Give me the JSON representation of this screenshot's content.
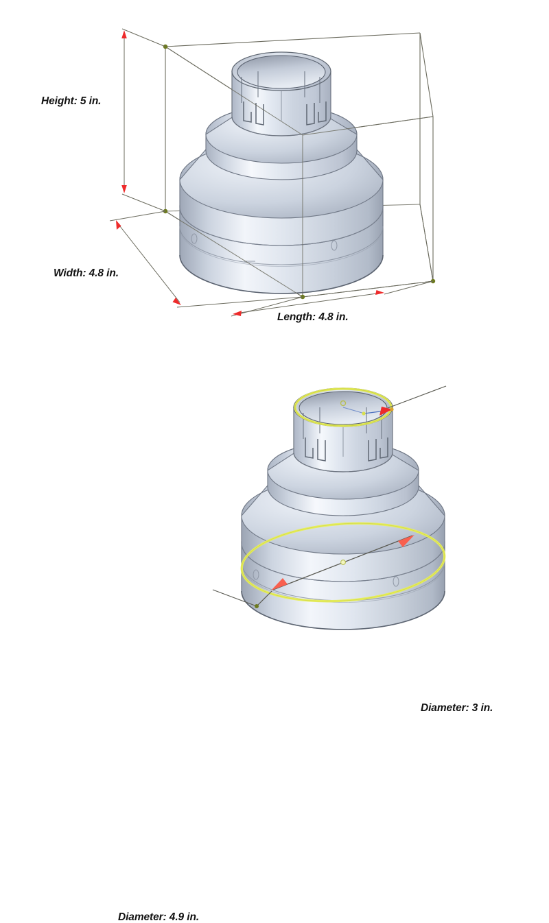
{
  "document": {
    "title": "Product Dimension Drawing",
    "background_color": "#ffffff",
    "view_count": 2
  },
  "palette": {
    "body_light": "#f2f5f9",
    "body_mid": "#ccd3de",
    "body_shadow": "#aab3c2",
    "edge_line": "#6d7480",
    "bbox_line": "#6b6b5e",
    "vertex_dot": "#6d7a1e",
    "arrow_red": "#ee2b2b",
    "arrow_salmon": "#f9604f",
    "highlight_yellow": "#e8ef5a",
    "text_color": "#121212"
  },
  "views": [
    {
      "id": "bounding-box-view",
      "name": "Isometric view with bounding box",
      "labels": [
        {
          "id": "height",
          "text": "Height: 5 in.",
          "value": 5,
          "unit": "in.",
          "axis": "height"
        },
        {
          "id": "width",
          "text": "Width: 4.8 in.",
          "value": 4.8,
          "unit": "in.",
          "axis": "width"
        },
        {
          "id": "length",
          "text": "Length: 4.8 in.",
          "value": 4.8,
          "unit": "in.",
          "axis": "length"
        }
      ]
    },
    {
      "id": "diameter-view",
      "name": "Isometric view with diameter callouts",
      "labels": [
        {
          "id": "diameter-top",
          "text": "Diameter: 3 in.",
          "value": 3,
          "unit": "in.",
          "feature": "top-opening"
        },
        {
          "id": "diameter-bottom",
          "text": "Diameter: 4.9 in.",
          "value": 4.9,
          "unit": "in.",
          "feature": "bottom-opening"
        }
      ]
    }
  ],
  "part": {
    "name": "Stepped conical hose reducer / dust port adapter",
    "features": [
      "bayonet-slot",
      "bayonet-tab",
      "stepped-cone",
      "ring-rib"
    ]
  }
}
